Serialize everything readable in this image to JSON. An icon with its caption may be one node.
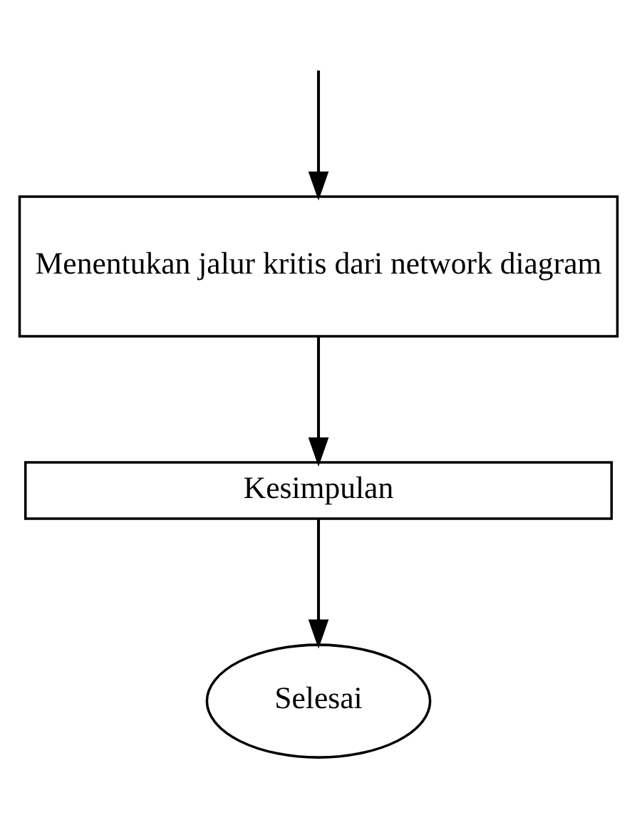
{
  "diagram": {
    "nodes": [
      {
        "text": [
          "Menentukan jalur kritis dari network diagram"
        ]
      },
      {
        "text": [
          "Kesimpulan"
        ]
      },
      {
        "text": [
          "Selesai"
        ]
      }
    ],
    "edges": [
      {
        "from": null,
        "to": 0,
        "arrow": "to"
      },
      {
        "from": 0,
        "to": 1,
        "arrow": "to"
      },
      {
        "from": 1,
        "to": 2,
        "arrow": "to"
      }
    ]
  }
}
